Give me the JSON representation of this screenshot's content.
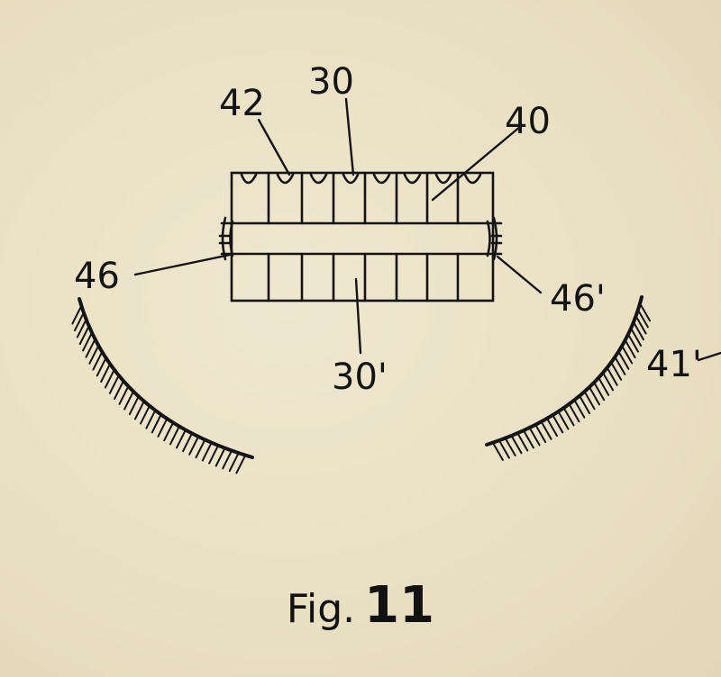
{
  "figure": {
    "caption_prefix": "Fig.",
    "caption_number": "11"
  },
  "labels": {
    "l42": "42",
    "l30": "30",
    "l40": "40",
    "l46": "46",
    "l46p": "46'",
    "l30p": "30'",
    "l41p": "41'"
  },
  "colors": {
    "ink": "#141414",
    "paper": "#ece3c8"
  }
}
